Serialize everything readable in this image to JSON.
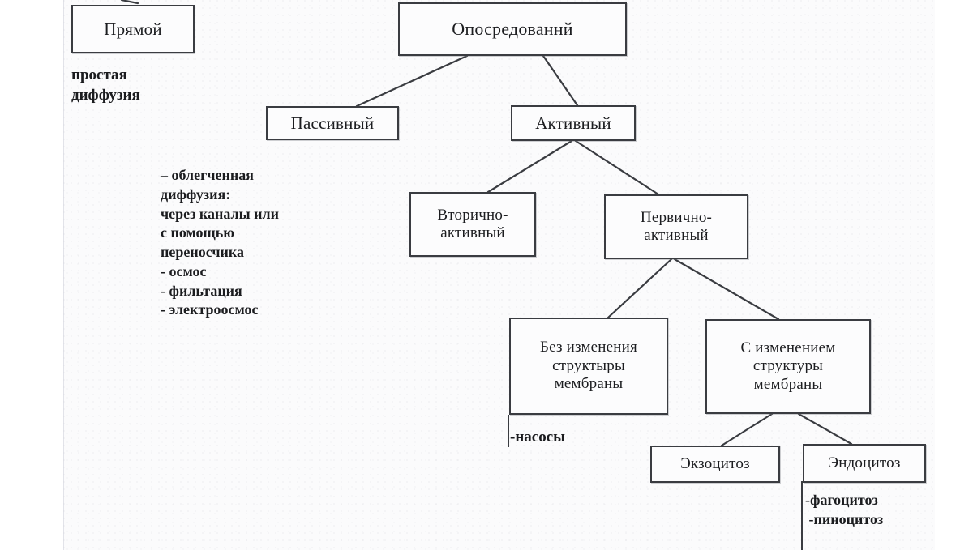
{
  "diagram": {
    "title_hidden": "",
    "nodes": {
      "direct": "Прямой",
      "mediated": "Опосредованнй",
      "passive": "Пассивный",
      "active": "Активный",
      "secondary_active": "Вторично-\nактивный",
      "primary_active": "Первично-\nактивный",
      "no_membrane_change": "Без изменения\nструктыры\nмембраны",
      "with_membrane_change": "С изменением\nструктуры\nмембраны",
      "exocytosis": "Экзоцитоз",
      "endocytosis": "Эндоцитоз"
    },
    "annotations": {
      "simple_diffusion": "простая\nдиффузия",
      "facilitated_diffusion": "– облегченная\nдиффузия:\nчерез каналы или\nс помощью\nпереносчика\n- осмос\n- фильтация\n- электроосмос",
      "pumps": "-насосы",
      "endocytosis_types": "-фагоцитоз\n -пиноцитоз"
    },
    "colors": {
      "box_border": "#3a3c41",
      "box_fill": "#fcfcfd",
      "text": "#1c1d20",
      "paper": "#fbfbfc",
      "connector": "#3a3c41"
    },
    "edges": [
      {
        "from": "mediated",
        "to": "passive"
      },
      {
        "from": "mediated",
        "to": "active"
      },
      {
        "from": "active",
        "to": "secondary_active"
      },
      {
        "from": "active",
        "to": "primary_active"
      },
      {
        "from": "primary_active",
        "to": "no_membrane_change"
      },
      {
        "from": "primary_active",
        "to": "with_membrane_change"
      },
      {
        "from": "with_membrane_change",
        "to": "exocytosis"
      },
      {
        "from": "with_membrane_change",
        "to": "endocytosis"
      }
    ]
  }
}
